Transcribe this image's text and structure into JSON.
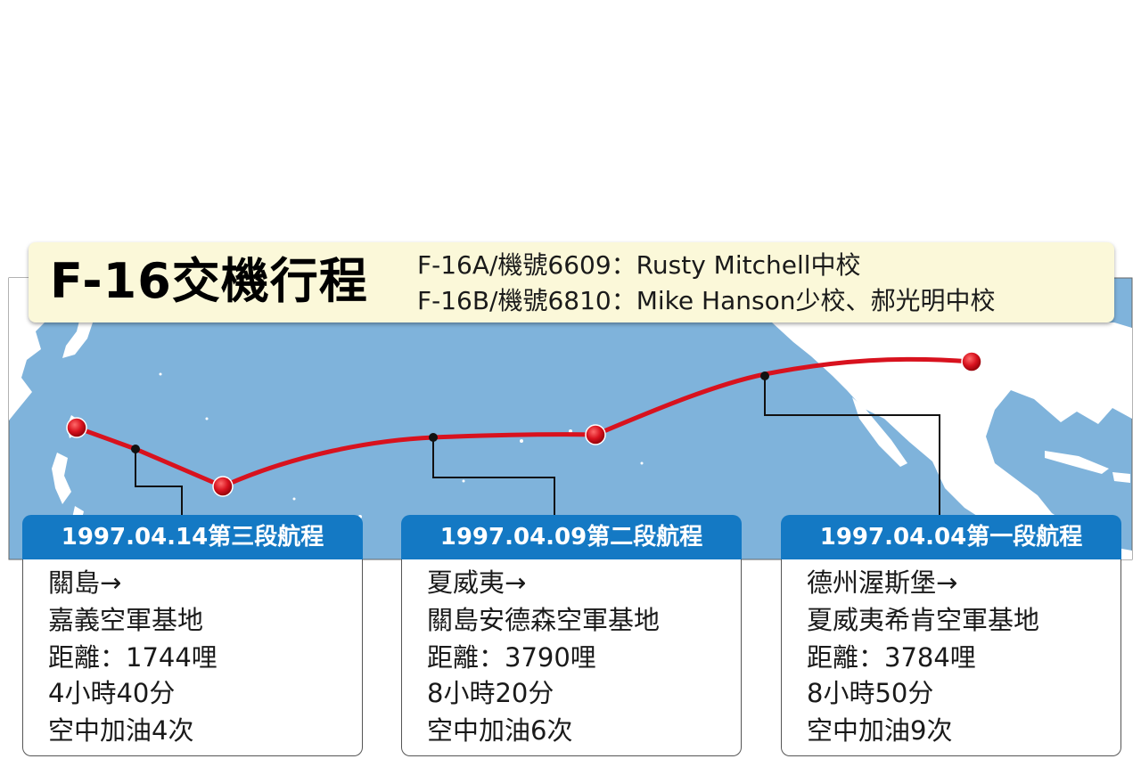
{
  "title": "F-16交機行程",
  "crew": [
    "F-16A/機號6609：Rusty Mitchell中校",
    "F-16B/機號6810：Mike Hanson少校、郝光明中校"
  ],
  "legs": [
    {
      "heading": "1997.04.14第三段航程",
      "lines": [
        "關島→",
        "嘉義空軍基地",
        "距離：1744哩",
        "4小時40分",
        "空中加油4次"
      ]
    },
    {
      "heading": "1997.04.09第二段航程",
      "lines": [
        "夏威夷→",
        "關島安德森空軍基地",
        "距離：3790哩",
        "8小時20分",
        "空中加油6次"
      ]
    },
    {
      "heading": "1997.04.04第一段航程",
      "lines": [
        "德州渥斯堡→",
        "夏威夷希肯空軍基地",
        "距離：3784哩",
        "8小時50分",
        "空中加油9次"
      ]
    }
  ],
  "colors": {
    "ocean": "#7fb3db",
    "land": "#ffffff",
    "route": "#d8121e",
    "stop_marker": "#d8121e",
    "leg_header": "#1479c4",
    "title_panel": "#fbf8d9"
  }
}
